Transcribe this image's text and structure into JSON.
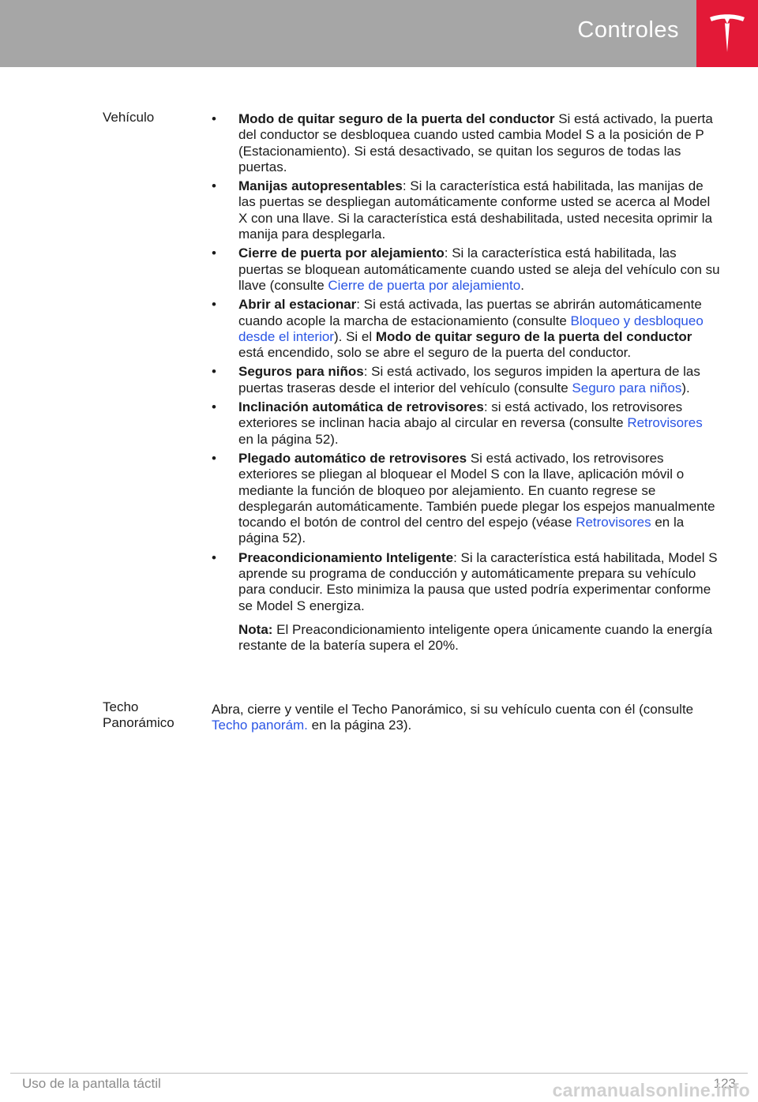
{
  "header": {
    "title": "Controles",
    "accent_color": "#e31937",
    "bar_color": "#a6a6a6",
    "logo_icon": "tesla-logo-icon"
  },
  "section_vehiculo": {
    "term": "Vehículo",
    "bullet_glyph": "•",
    "items": [
      {
        "bold": "Modo de quitar seguro de la puerta del conductor",
        "text": " Si está activado, la puerta del conductor se desbloquea cuando usted cambia Model S a la posición de P (Estacionamiento). Si está desactivado, se quitan los seguros de todas las puertas."
      },
      {
        "bold": "Manijas autopresentables",
        "text": ": Si la característica está habilitada, las manijas de las puertas se despliegan automáticamente conforme usted se acerca al Model X con una llave. Si la característica está deshabilitada, usted necesita oprimir la manija para desplegarla."
      },
      {
        "bold": "Cierre de puerta por alejamiento",
        "text_before_link": ": Si la característica está habilitada, las puertas se bloquean automáticamente cuando usted se aleja del vehículo con su llave (consulte ",
        "link": "Cierre de puerta por alejamiento",
        "text_after_link": "."
      },
      {
        "bold": "Abrir al estacionar",
        "text_before_link": ": Si está activada, las puertas se abrirán automáticamente cuando acople la marcha de estacionamiento (consulte ",
        "link": "Bloqueo y desbloqueo desde el interior",
        "text_mid": "). Si el ",
        "bold2": "Modo de quitar seguro de la puerta del conductor",
        "text_after": " está encendido, solo se abre el seguro de la puerta del conductor."
      },
      {
        "bold": "Seguros para niños",
        "text_before_link": ": Si está activado, los seguros impiden la apertura de las puertas traseras desde el interior del vehículo (consulte ",
        "link": "Seguro para niños",
        "text_after_link": ")."
      },
      {
        "bold": "Inclinación automática de retrovisores",
        "text_before_link": ": si está activado, los retrovisores exteriores se inclinan hacia abajo al circular en reversa (consulte ",
        "link": "Retrovisores",
        "text_after_link": " en la página 52)."
      },
      {
        "bold": "Plegado automático de retrovisores",
        "text_before_link": " Si está activado, los retrovisores exteriores se pliegan al bloquear el Model S con la llave, aplicación móvil o mediante la función de bloqueo por alejamiento. En cuanto regrese se desplegarán automáticamente. También puede plegar los espejos manualmente tocando el botón de control del centro del espejo (véase ",
        "link": "Retrovisores",
        "text_after_link": " en la página 52)."
      },
      {
        "bold": "Preacondicionamiento Inteligente",
        "text": ": Si la característica está habilitada, Model S aprende su programa de conducción y automáticamente prepara su vehículo para conducir. Esto minimiza la pausa que usted podría experimentar conforme se Model S energiza."
      }
    ],
    "note_label": "Nota:",
    "note_text": " El Preacondicionamiento inteligente opera únicamente cuando la energía restante de la batería supera el 20%."
  },
  "section_techo": {
    "term_line1": "Techo",
    "term_line2": "Panorámico",
    "text_before_link": "Abra, cierre y ventile el Techo Panorámico, si su vehículo cuenta con él (consulte ",
    "link": "Techo panorám.",
    "text_after_link": " en la página 23)."
  },
  "footer": {
    "section": "Uso de la pantalla táctil",
    "page": "123",
    "watermark": "carmanualsonline.info"
  }
}
